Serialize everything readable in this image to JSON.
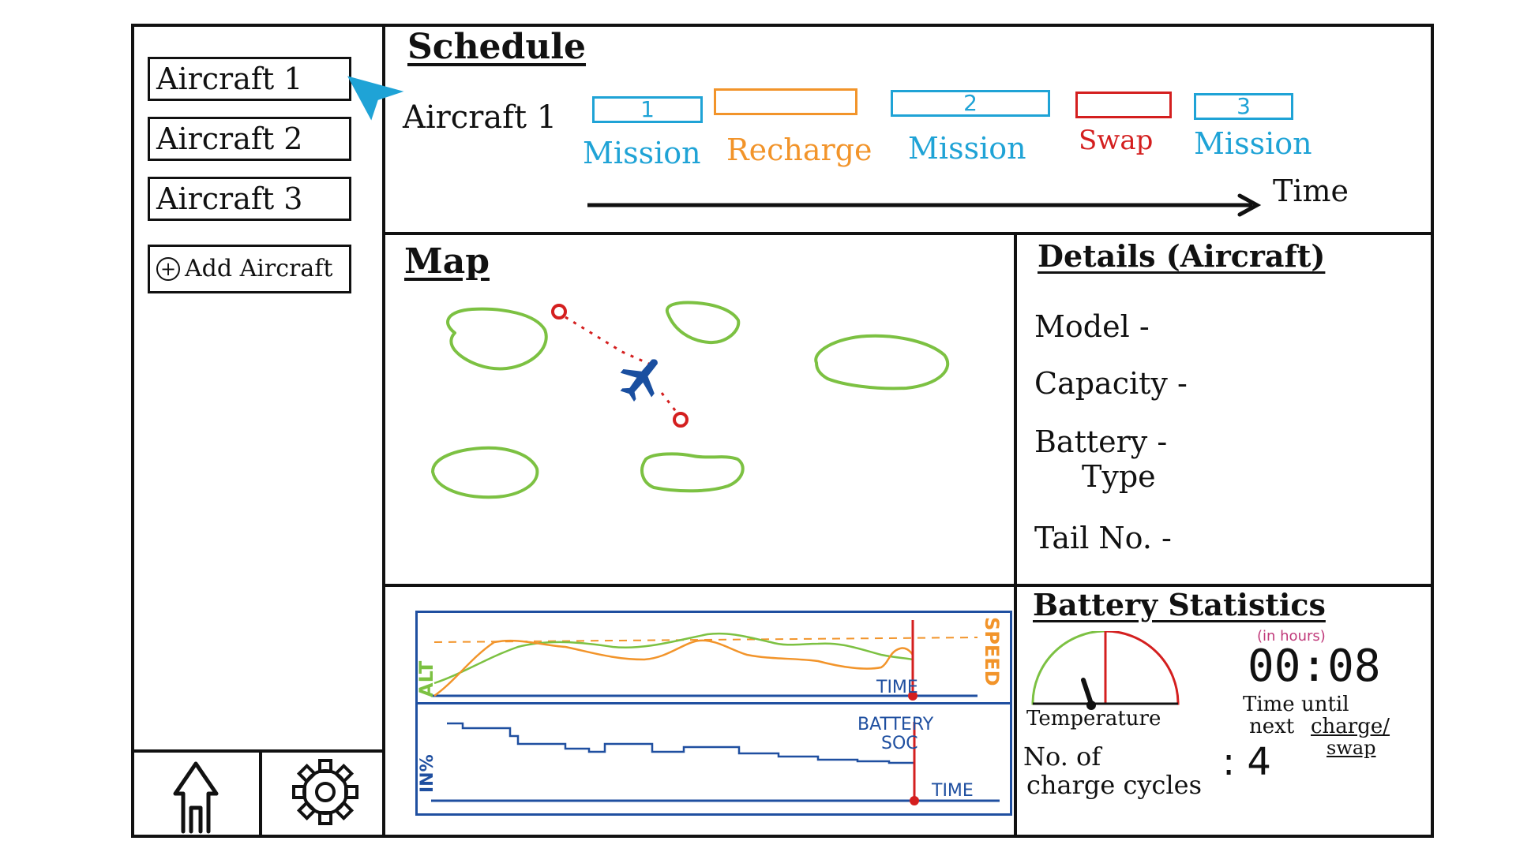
{
  "sidebar": {
    "items": [
      {
        "label": "Aircraft 1"
      },
      {
        "label": "Aircraft 2"
      },
      {
        "label": "Aircraft 3"
      }
    ],
    "add_label": "Add Aircraft"
  },
  "schedule": {
    "title": "Schedule",
    "row_label": "Aircraft 1",
    "segments": [
      {
        "number": "1",
        "label": "Mission",
        "color": "#1fa3d6"
      },
      {
        "number": "",
        "label": "Recharge",
        "color": "#f2942a"
      },
      {
        "number": "2",
        "label": "Mission",
        "color": "#1fa3d6"
      },
      {
        "number": "",
        "label": "Swap",
        "color": "#d41f1f"
      },
      {
        "number": "3",
        "label": "Mission",
        "color": "#1fa3d6"
      }
    ],
    "time_label": "Time"
  },
  "map": {
    "title": "Map"
  },
  "details": {
    "title": "Details (Aircraft)",
    "model": "Model -",
    "capacity": "Capacity -",
    "battery_type_line1": "Battery -",
    "battery_type_line2": "Type",
    "tail_no": "Tail No. -"
  },
  "charts": {
    "alt_label": "ALT",
    "speed_label": "SPEED",
    "time_label_top": "TIME",
    "soc_label": "IN%",
    "battery_soc_line1": "BATTERY",
    "battery_soc_line2": "SOC",
    "time_label_bottom": "TIME"
  },
  "battery": {
    "title": "Battery Statistics",
    "gauge_label": "Temperature",
    "hours_note": "(in hours)",
    "timer": "00:08",
    "timer_caption_line1": "Time until",
    "timer_caption_line2_a": "next",
    "timer_caption_line2_b": "charge/",
    "timer_caption_line3": "swap",
    "cycles_line1": "No. of",
    "cycles_line2": "charge cycles",
    "cycles_value": ": 4"
  },
  "icons": {
    "home": "home-icon",
    "settings": "gear-icon",
    "cursor": "pointer-cursor-icon",
    "airplane": "airplane-icon",
    "add": "plus-circle-icon"
  },
  "colors": {
    "mission": "#1fa3d6",
    "recharge": "#f2942a",
    "swap": "#d41f1f",
    "land": "#7cc142",
    "altitude": "#7cc142",
    "speed": "#f2942a",
    "soc": "#1f4fa0",
    "marker": "#d41f1f",
    "airplane": "#1a4fa0"
  }
}
